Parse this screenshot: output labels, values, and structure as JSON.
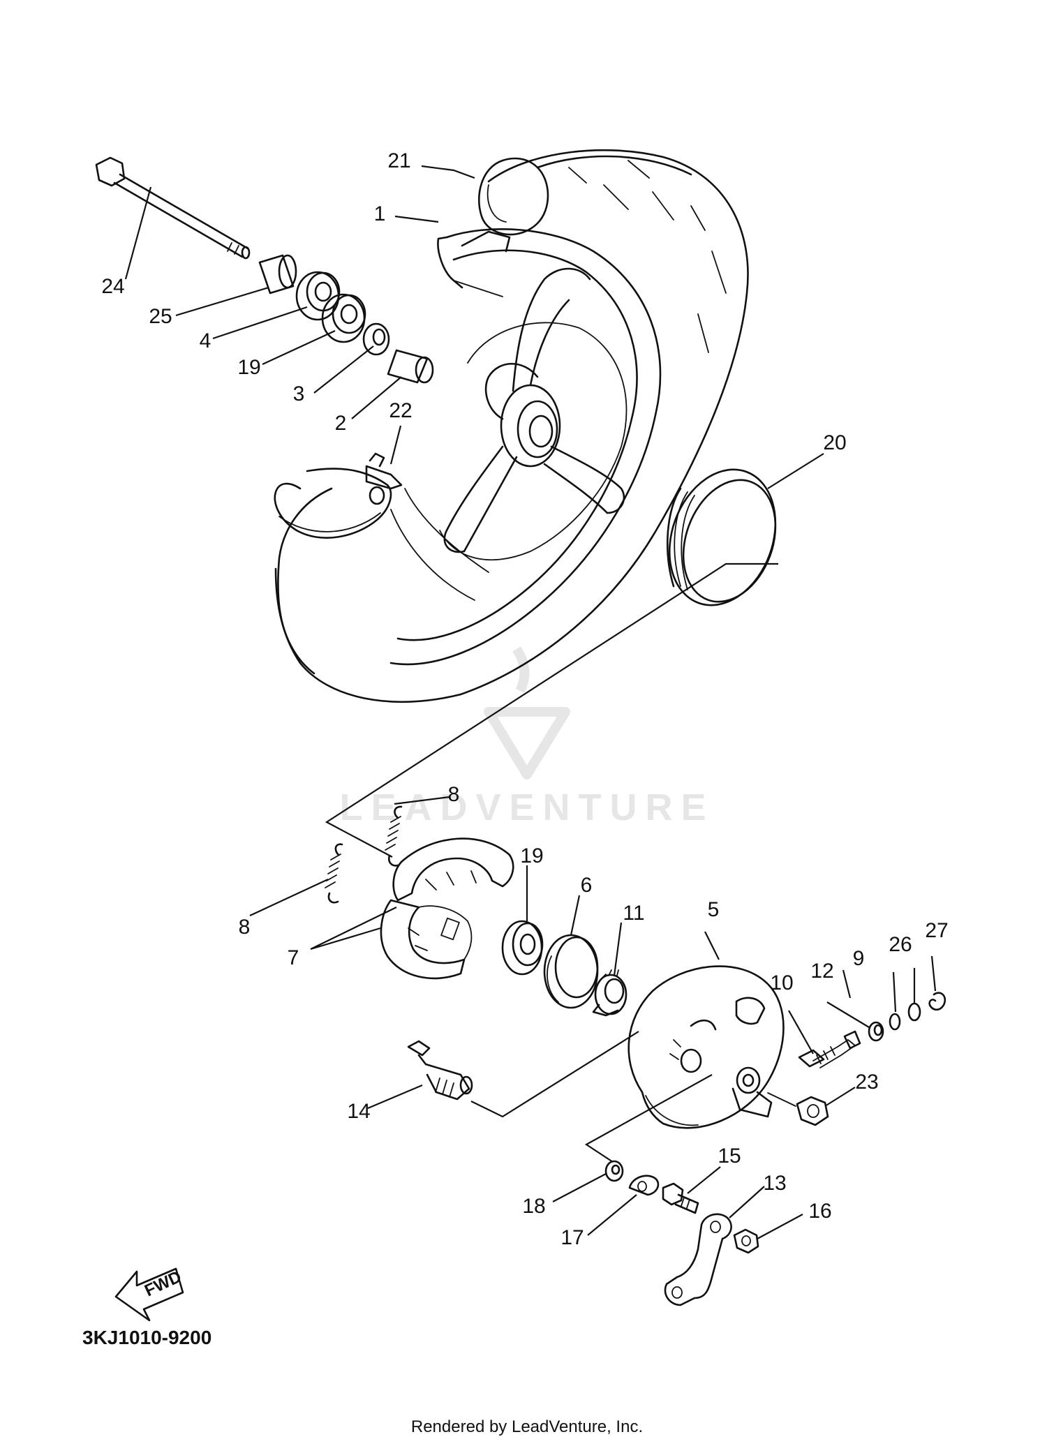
{
  "diagram": {
    "code": "3KJ1010-9200",
    "credit": "Rendered by LeadVenture, Inc.",
    "watermark": "LEADVENTURE",
    "fwd_label": "FWD",
    "callouts": [
      {
        "id": "c21",
        "label": "21"
      },
      {
        "id": "c1",
        "label": "1"
      },
      {
        "id": "c24",
        "label": "24"
      },
      {
        "id": "c25",
        "label": "25"
      },
      {
        "id": "c4",
        "label": "4"
      },
      {
        "id": "c19a",
        "label": "19"
      },
      {
        "id": "c3",
        "label": "3"
      },
      {
        "id": "c2",
        "label": "2"
      },
      {
        "id": "c22",
        "label": "22"
      },
      {
        "id": "c20",
        "label": "20"
      },
      {
        "id": "c8a",
        "label": "8"
      },
      {
        "id": "c8b",
        "label": "8"
      },
      {
        "id": "c7",
        "label": "7"
      },
      {
        "id": "c19b",
        "label": "19"
      },
      {
        "id": "c6",
        "label": "6"
      },
      {
        "id": "c11",
        "label": "11"
      },
      {
        "id": "c5",
        "label": "5"
      },
      {
        "id": "c9",
        "label": "9"
      },
      {
        "id": "c26",
        "label": "26"
      },
      {
        "id": "c27",
        "label": "27"
      },
      {
        "id": "c12",
        "label": "12"
      },
      {
        "id": "c10",
        "label": "10"
      },
      {
        "id": "c23",
        "label": "23"
      },
      {
        "id": "c14",
        "label": "14"
      },
      {
        "id": "c15",
        "label": "15"
      },
      {
        "id": "c13",
        "label": "13"
      },
      {
        "id": "c16",
        "label": "16"
      },
      {
        "id": "c18",
        "label": "18"
      },
      {
        "id": "c17",
        "label": "17"
      }
    ]
  }
}
